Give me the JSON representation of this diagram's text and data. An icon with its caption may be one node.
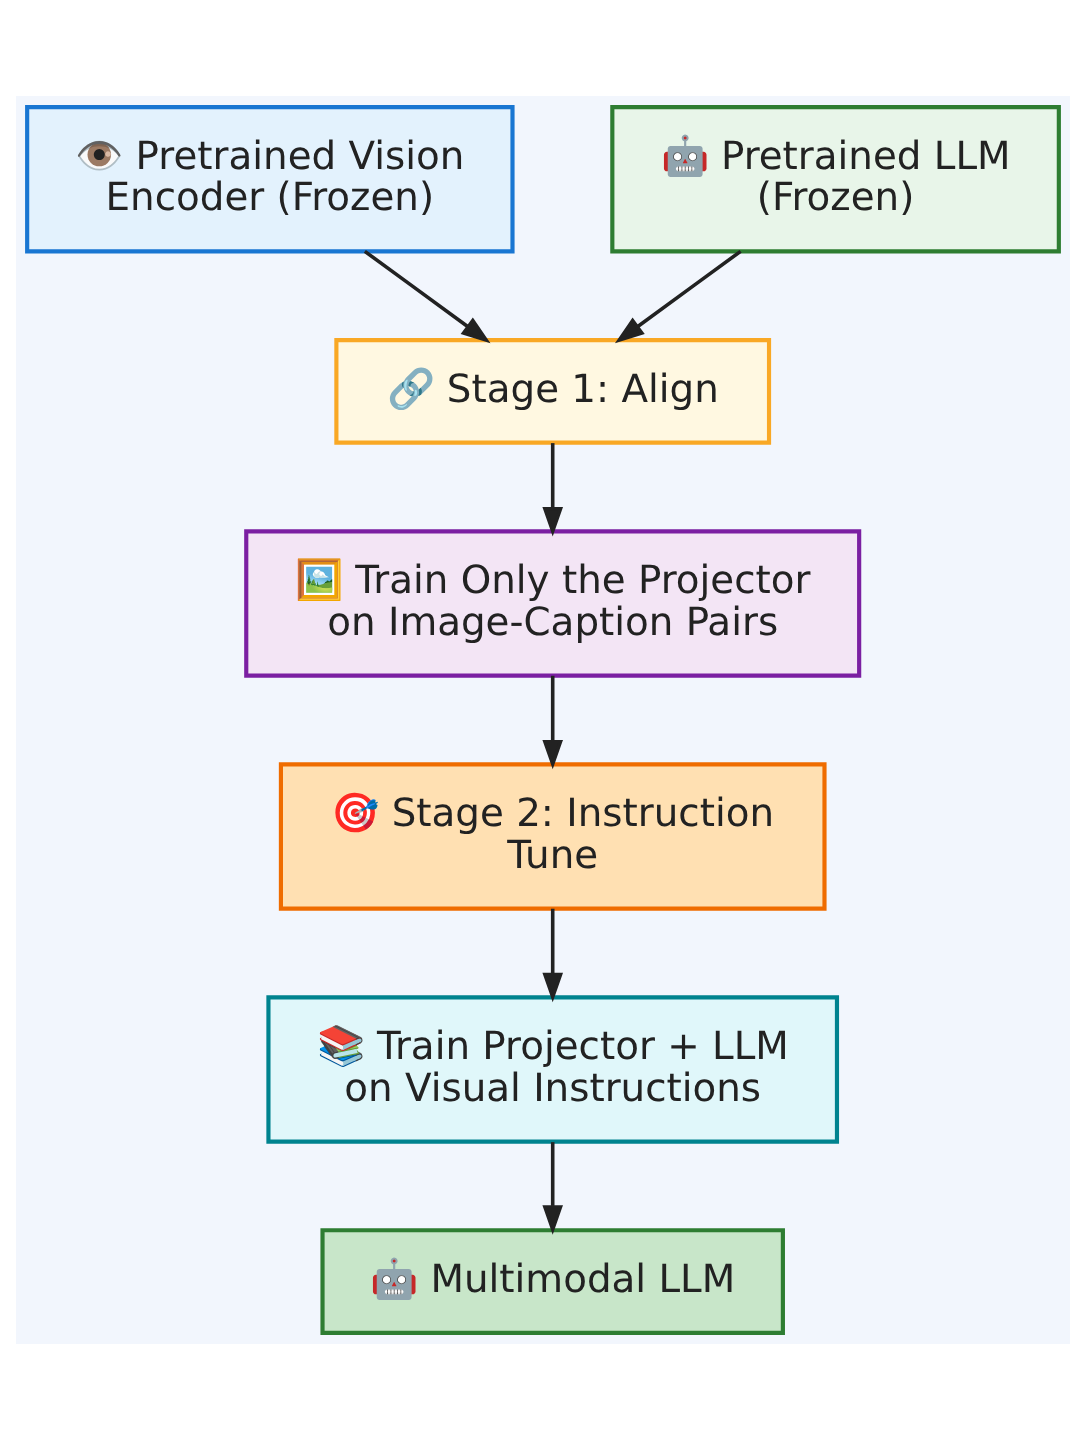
{
  "diagram": {
    "nodes": [
      {
        "text": [
          "👁️ Pretrained Vision Encoder (Frozen)"
        ]
      },
      {
        "text": [
          "🤖 Pretrained LLM (Frozen)"
        ]
      },
      {
        "text": [
          "🔗 Stage 1: Align"
        ]
      },
      {
        "text": [
          "🖼️ Train Only the Projector on Image-Caption Pairs"
        ]
      },
      {
        "text": [
          "🎯 Stage 2: Instruction Tune"
        ]
      },
      {
        "text": [
          "📚 Train Projector + LLM on Visual Instructions"
        ]
      },
      {
        "text": [
          "🤖 Multimodal LLM"
        ]
      }
    ],
    "edges": [
      {
        "from": 0,
        "to": 2,
        "arrow": "to"
      },
      {
        "from": 1,
        "to": 2,
        "arrow": "to"
      },
      {
        "from": 2,
        "to": 3,
        "arrow": "to"
      },
      {
        "from": 3,
        "to": 4,
        "arrow": "to"
      },
      {
        "from": 4,
        "to": 5,
        "arrow": "to"
      },
      {
        "from": 5,
        "to": 6,
        "arrow": "to"
      }
    ]
  }
}
